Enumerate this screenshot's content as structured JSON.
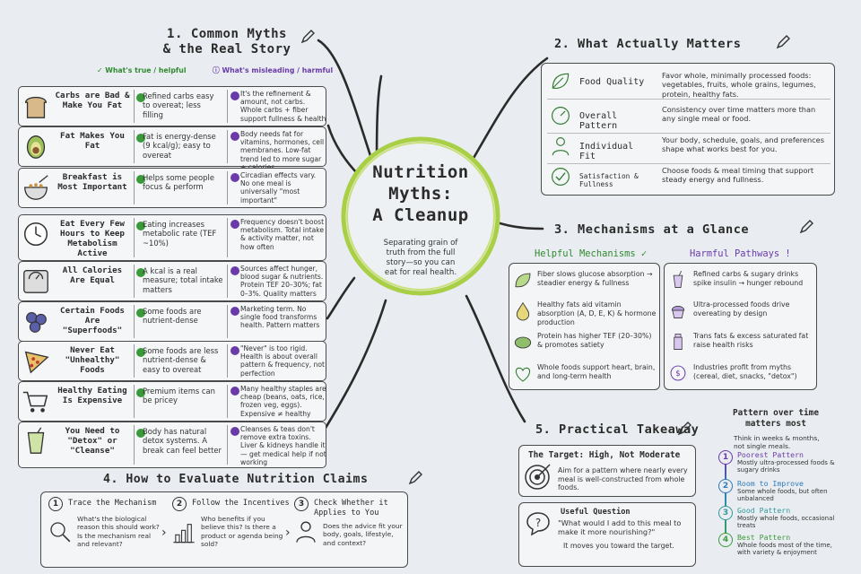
{
  "center": {
    "title_lines": [
      "Nutrition",
      "Myths:",
      "A Cleanup"
    ],
    "subtitle_lines": [
      "Separating grain of",
      "truth from the full",
      "story—so you can",
      "eat for real health."
    ]
  },
  "section1": {
    "title_lines": [
      "1. Common Myths",
      "& the Real Story"
    ],
    "true_header": "What's true / helpful",
    "misleading_header": "What's misleading / harmful",
    "rows": [
      {
        "myth": "Carbs are Bad & Make You Fat",
        "true": "Refined carbs easy to overeat; less filling",
        "misleading": "It's the refinement & amount, not carbs. Whole carbs + fiber support fullness & health"
      },
      {
        "myth": "Fat Makes You Fat",
        "true": "Fat is energy-dense (9 kcal/g); easy to overeat",
        "misleading": "Body needs fat for vitamins, hormones, cell membranes. Low-fat trend led to more sugar + calories"
      },
      {
        "myth": "Breakfast is Most Important",
        "true": "Helps some people focus & perform",
        "misleading": "Circadian effects vary. No one meal is universally \"most important\""
      },
      {
        "myth": "Eat Every Few Hours to Keep Metabolism Active",
        "true": "Eating increases metabolic rate (TEF ~10%)",
        "misleading": "Frequency doesn't boost metabolism. Total intake & activity matter, not how often"
      },
      {
        "myth": "All Calories Are Equal",
        "true": "A kcal is a real measure; total intake matters",
        "misleading": "Sources affect hunger, blood sugar & nutrients. Protein TEF 20–30%; fat 0–3%. Quality matters"
      },
      {
        "myth": "Certain Foods Are \"Superfoods\"",
        "true": "Some foods are nutrient-dense",
        "misleading": "Marketing term. No single food transforms health. Pattern matters"
      },
      {
        "myth": "Never Eat \"Unhealthy\" Foods",
        "true": "Some foods are less nutrient-dense & easy to overeat",
        "misleading": "\"Never\" is too rigid. Health is about overall pattern & frequency, not perfection"
      },
      {
        "myth": "Healthy Eating Is Expensive",
        "true": "Premium items can be pricey",
        "misleading": "Many healthy staples are cheap (beans, oats, rice, frozen veg, eggs). Expensive ≠ healthy"
      },
      {
        "myth": "You Need to \"Detox\" or \"Cleanse\"",
        "true": "Body has natural detox systems. A break can feel better",
        "misleading": "Cleanses & teas don't remove extra toxins. Liver & kidneys handle it — get medical help if not working"
      }
    ]
  },
  "section2": {
    "title": "2. What Actually Matters",
    "items": [
      {
        "label": "Food Quality",
        "text": "Favor whole, minimally processed foods: vegetables, fruits, whole grains, legumes, protein, healthy fats."
      },
      {
        "label": "Overall Pattern",
        "text": "Consistency over time matters more than any single meal or food."
      },
      {
        "label": "Individual Fit",
        "text": "Your body, schedule, goals, and preferences shape what works best for you."
      },
      {
        "label": "Satisfaction & Fullness",
        "text": "Choose foods & meal timing that support steady energy and fullness."
      }
    ]
  },
  "section3": {
    "title": "3. Mechanisms at a Glance",
    "helpful_header": "Helpful Mechanisms",
    "harmful_header": "Harmful Pathways",
    "helpful": [
      "Fiber slows glucose absorption → steadier energy & fullness",
      "Healthy fats aid vitamin absorption (A, D, E, K) & hormone production",
      "Protein has higher TEF (20–30%) & promotes satiety",
      "Whole foods support heart, brain, and long-term health"
    ],
    "harmful": [
      "Refined carbs & sugary drinks spike insulin → hunger rebound",
      "Ultra-processed foods drive overeating by design",
      "Trans fats & excess saturated fat raise health risks",
      "Industries profit from myths (cereal, diet, snacks, \"detox\")"
    ]
  },
  "section4": {
    "title": "4. How to Evaluate Nutrition Claims",
    "steps": [
      {
        "num": "1",
        "title": "Trace the Mechanism",
        "text": "What's the biological reason this should work? Is the mechanism real and relevant?"
      },
      {
        "num": "2",
        "title": "Follow the Incentives",
        "text": "Who benefits if you believe this? Is there a product or agenda being sold?"
      },
      {
        "num": "3",
        "title": "Check Whether it Applies to You",
        "text": "Does the advice fit your body, goals, lifestyle, and context?"
      }
    ]
  },
  "section5": {
    "title": "5. Practical Takeaway",
    "target_title": "The Target: High, Not Moderate",
    "target_text": "Aim for a pattern where nearly every meal is well-constructed from whole foods.",
    "question_title": "Useful Question",
    "question_text": "\"What would I add to this meal to make it more nourishing?\"",
    "question_sub": "It moves you toward the target."
  },
  "pattern": {
    "title_lines": [
      "Pattern over time",
      "matters most"
    ],
    "subtitle": "Think in weeks & months, not single meals.",
    "levels": [
      {
        "num": "1",
        "title": "Poorest Pattern",
        "text": "Mostly ultra-processed foods & sugary drinks",
        "color": "#6a3aa8"
      },
      {
        "num": "2",
        "title": "Room to Improve",
        "text": "Some whole foods, but often unbalanced",
        "color": "#2f7ab8"
      },
      {
        "num": "3",
        "title": "Good Pattern",
        "text": "Mostly whole foods, occasional treats",
        "color": "#2f9a9a"
      },
      {
        "num": "4",
        "title": "Best Pattern",
        "text": "Whole foods most of the time, with variety & enjoyment",
        "color": "#3a9a3a"
      }
    ]
  },
  "colors": {
    "accent_green": "#8cc63f",
    "true_green": "#3a9a3a",
    "misleading_purple": "#6a3aa8"
  }
}
